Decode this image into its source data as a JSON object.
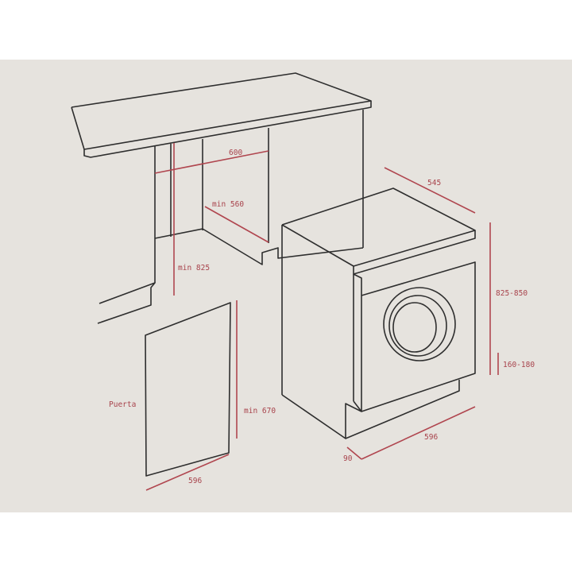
{
  "diagram": {
    "labels": {
      "niche_width": "600",
      "niche_depth": "min 560",
      "niche_height": "min 825",
      "door_label": "Puerta",
      "door_height": "min 670",
      "door_width": "596",
      "machine_depth": "545",
      "machine_height": "825-850",
      "plinth_height": "160-180",
      "machine_width": "596",
      "plinth_offset": "90"
    },
    "colors": {
      "background": "#e6e3de",
      "line": "#2e2e2e",
      "dimension": "#b0464f"
    }
  }
}
